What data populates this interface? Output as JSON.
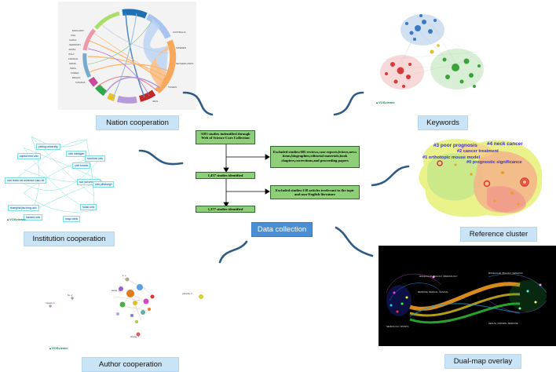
{
  "labels": {
    "nation": "Nation cooperation",
    "keywords": "Keywords",
    "institution": "Institution cooperation",
    "data_collection": "Data collection",
    "reference": "Reference cluster",
    "author": "Author cooperation",
    "dualmap": "Dual-map overlay"
  },
  "flow": {
    "box1": "3183 studies indentified through Web of Science Core Collection",
    "box2": "Excluded studies:605 reviews,case reports,letters,news items,biographies,editorial materials,book chapters,corrections,and proceeding papers",
    "box3": "1,457 studies identified",
    "box4": "Excluded studies:138 articles irrelevant to the topic and non-English literature",
    "box5": "1,377 studies identified"
  },
  "vosviewer": "VOSviewer",
  "institutions": [
    "peking university",
    "capital med univ",
    "univ michigan",
    "soochow univ",
    "univ toronto",
    "univ texas md anderson canc ctr",
    "sun yat sen univ",
    "shanghai jiao tong univ",
    "univ pittsburgh",
    "fudan univ",
    "harvard univ",
    "mayo clinic"
  ],
  "clusters": [
    {
      "label": "#3 poor prognosis",
      "color": "#3a2fd6"
    },
    {
      "label": "#4 neck cancer",
      "color": "#3a2fd6"
    },
    {
      "label": "#2 cancer treatment",
      "color": "#3a2fd6"
    },
    {
      "label": "#1 orthotopic mouse model",
      "color": "#3a2fd6"
    },
    {
      "label": "#0 prognostic significance",
      "color": "#3a2fd6"
    }
  ],
  "colors": {
    "label_bg": "#c9e4f6",
    "dc_bg": "#4a8fd4",
    "flow_bg": "#8fcf7a",
    "swirl": "#2e5a86"
  }
}
